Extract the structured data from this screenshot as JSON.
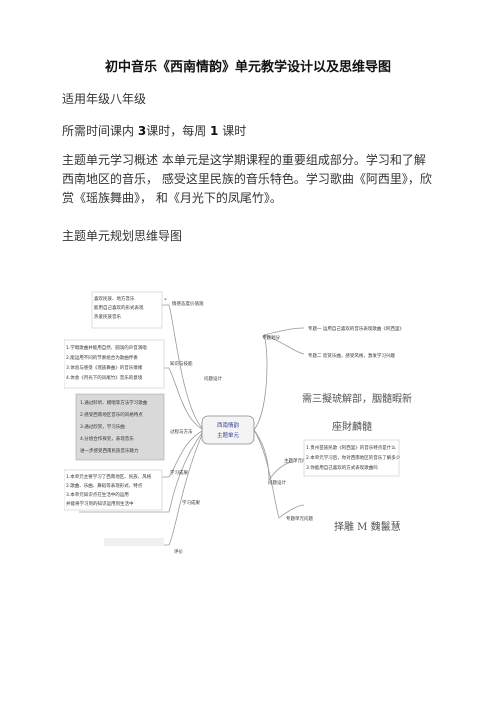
{
  "doc": {
    "title": "初中音乐《西南情韵》单元教学设计以及思维导图",
    "grade_label": "适用年级八年级",
    "hours_prefix": "所需时间课内",
    "hours_in": "3",
    "hours_mid": "课时，每周",
    "hours_week": "1",
    "hours_suffix": "课时",
    "overview": "主题单元学习概述 本单元是这学期课程的重要组成部分。学习和了解西南地区的音乐， 感受这里民族的音乐特色。学习歌曲《阿西里》，欣赏《瑶族舞曲》， 和《月光下的凤尾竹》。",
    "mindmap_label": "主题单元规划思维导图"
  },
  "mindmap": {
    "center": [
      "西南情韵",
      "主题单元"
    ],
    "left_nodes": [
      "情感态度价值观",
      "知识与技能",
      "过程与方法",
      "学习成果",
      "学习成果",
      "评价"
    ],
    "left_mid": "问题设计",
    "right_nodes": [
      "专题划分",
      "问题设计"
    ],
    "topic_one": "专题一 运用自己喜欢的音乐表现歌曲《阿西里》",
    "topic_two": "专题二 欣赏乐曲，感受风格，激发学习兴趣",
    "unit_q1": "主题单元问题",
    "unit_q2": "专题单元问题",
    "blur_1": "需三擬琥解部，胭髓暇新",
    "blur_2": "座財麟髓",
    "blur_3": "择雕 M 魏鬣慧",
    "goal_lines": [
      "喜欢民族、地方音乐",
      "能用自己喜欢的形式表现",
      "热爱民族音乐"
    ],
    "skill_lines": [
      "1.学唱歌曲并能用自然、圆润的声音演唱",
      "2.能运用不同的节奏组合为歌曲伴奏",
      "3.体验与感受《瑶族舞曲》的音乐情绪",
      "4.体会《月光下的凤尾竹》音乐的意境"
    ],
    "process_lines": [
      "1.通过聆听、模唱等方法学习歌曲",
      "2.感受西南地区音乐的风格特点",
      "3.通过欣赏，学习乐曲",
      "4.分组合作探究，表现音乐",
      "进一步感受西南民族音乐魅力"
    ],
    "outcome_lines": [
      "1.本单元主要学习了西南地区、民族、风格",
      "2.歌曲、乐曲、舞蹈等表现形式、特点",
      "3.本单元知识点在生活中的运用",
      "并能将学习到的知识运用到生活中"
    ],
    "right_lines": [
      "1.贵州苗族民歌《阿西里》的音乐特点是什么",
      "2.本单元学习后，你对西南地区的音乐了解多少",
      "3.你能用自己喜欢的方式表现歌曲吗"
    ]
  },
  "colors": {
    "line": "#9a9a9a",
    "shade": "#d9d9d9",
    "center_text": "#2f3f8f",
    "accent": "#c0392b"
  }
}
